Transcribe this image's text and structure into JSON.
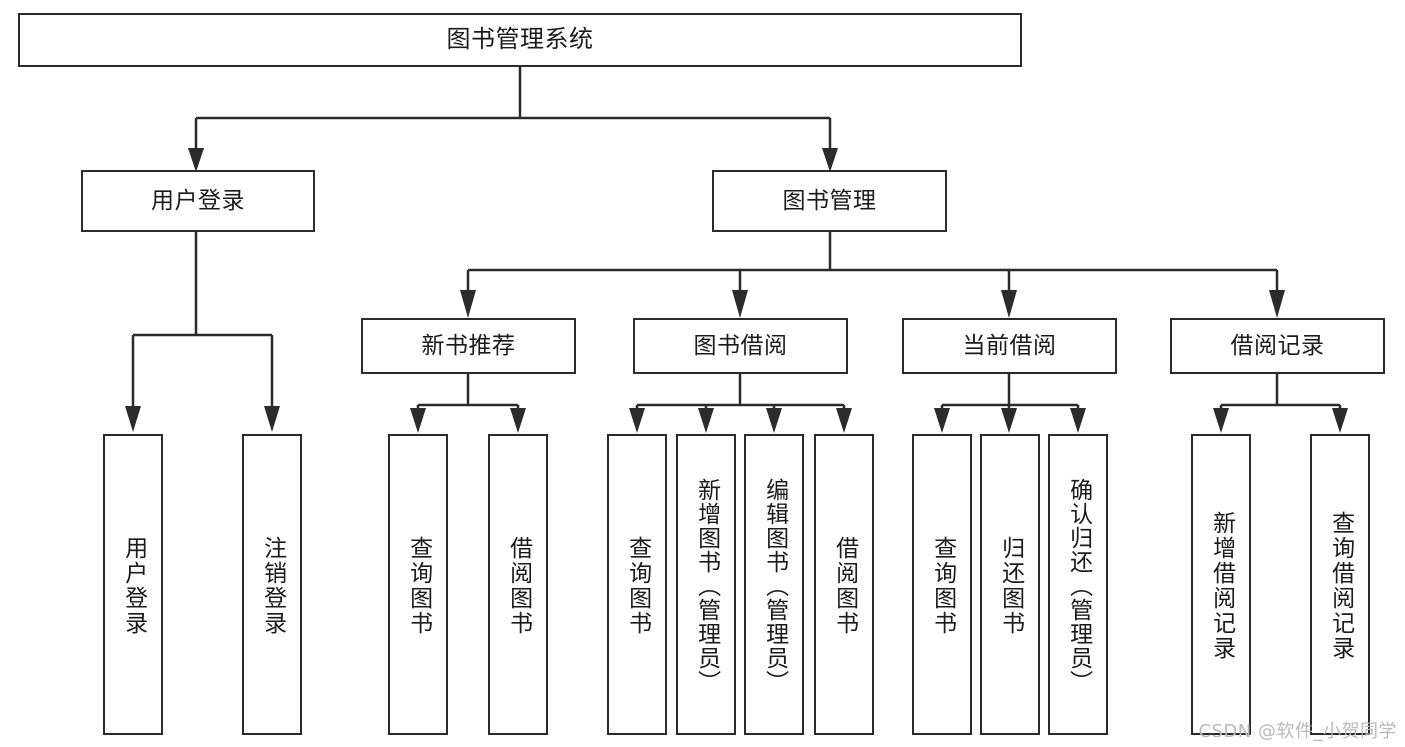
{
  "diagram": {
    "title": "图书管理系统",
    "type": "tree-hierarchy-diagram",
    "accent_color": "#2b2b2b",
    "background_color": "#ffffff",
    "root": {
      "label": "图书管理系统"
    },
    "level2": [
      {
        "label": "用户登录"
      },
      {
        "label": "图书管理"
      }
    ],
    "level3": [
      {
        "label": "新书推荐"
      },
      {
        "label": "图书借阅"
      },
      {
        "label": "当前借阅"
      },
      {
        "label": "借阅记录"
      }
    ],
    "leaves": {
      "user_login": [
        {
          "label": "用户登录"
        },
        {
          "label": "注销登录"
        }
      ],
      "new_book_recommend": [
        {
          "label": "查询图书"
        },
        {
          "label": "借阅图书"
        }
      ],
      "book_borrow": [
        {
          "label": "查询图书"
        },
        {
          "label": "新增图书（管理员）"
        },
        {
          "label": "编辑图书（管理员）"
        },
        {
          "label": "借阅图书"
        }
      ],
      "current_borrow": [
        {
          "label": "查询图书"
        },
        {
          "label": "归还图书"
        },
        {
          "label": "确认归还（管理员）"
        }
      ],
      "borrow_record": [
        {
          "label": "新增借阅记录"
        },
        {
          "label": "查询借阅记录"
        }
      ]
    }
  },
  "watermark": "CSDN @软件_小贺同学"
}
